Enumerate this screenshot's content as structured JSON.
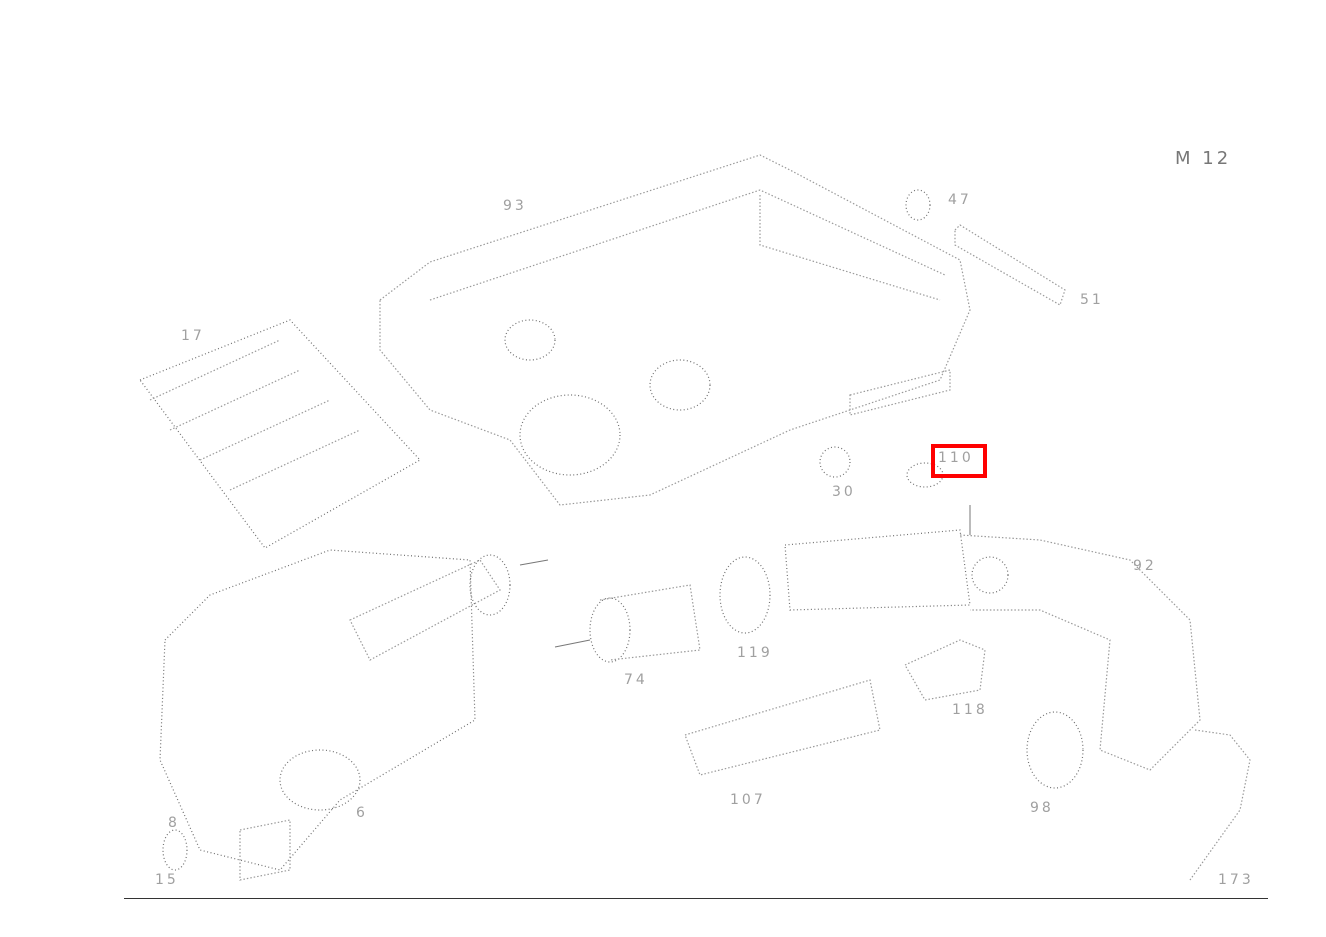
{
  "diagram": {
    "sheet_code": "M 12",
    "highlight_color": "#ff0000",
    "highlighted_part": "110",
    "labels": [
      "93",
      "47",
      "51",
      "17",
      "30",
      "110",
      "92",
      "74",
      "119",
      "118",
      "107",
      "98",
      "6",
      "8",
      "173",
      "15"
    ]
  }
}
